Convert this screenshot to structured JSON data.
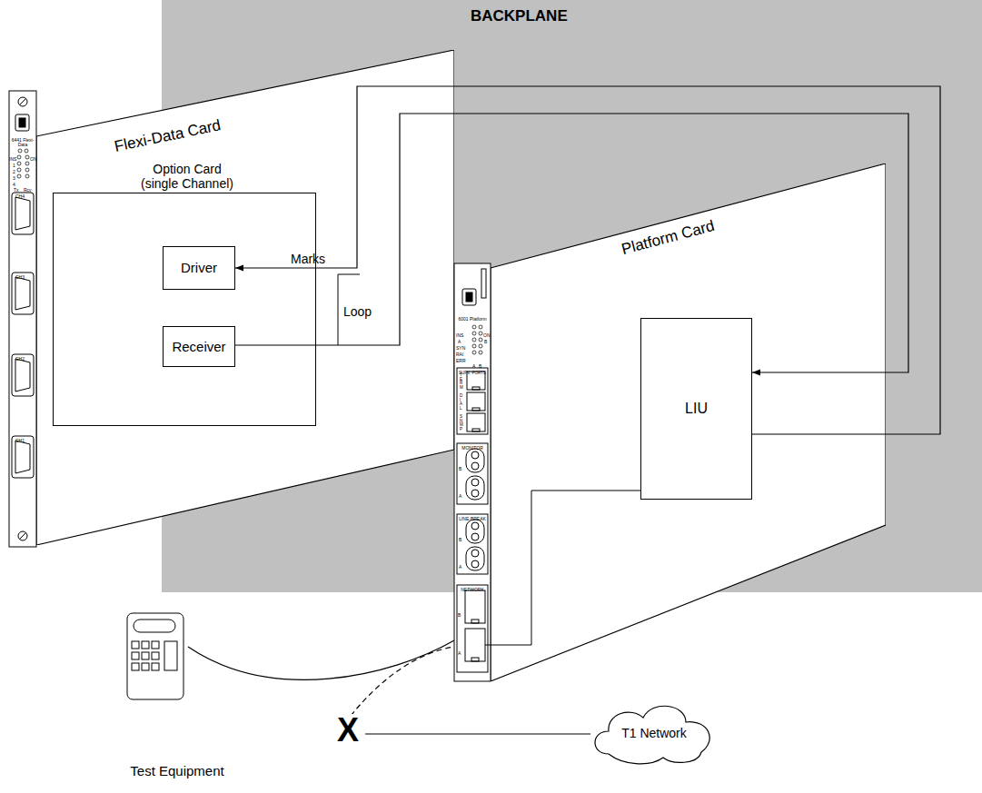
{
  "diagram": {
    "nodes": [
      {
        "text": [
          "BACKPLANE"
        ]
      },
      {
        "text": [
          "Flexi-Data Card"
        ]
      },
      {
        "text": [
          "Option Card (single Channel)"
        ],
        "in": 1
      },
      {
        "text": [
          "Driver"
        ],
        "in": 2
      },
      {
        "text": [
          "Receiver"
        ],
        "in": 2
      },
      {
        "text": [
          "Platform Card"
        ]
      },
      {
        "text": [
          "LIU"
        ],
        "in": 5
      },
      {
        "text": [
          "T1 Network"
        ]
      },
      {
        "text": [
          "Test Equipment"
        ]
      }
    ],
    "edges": [
      {
        "from": 6,
        "to": 3,
        "arrow": "to",
        "label": "Marks"
      },
      {
        "from": 4,
        "to": 6,
        "arrow": "to"
      },
      {
        "from": 8,
        "to": 5,
        "arrow": "none"
      },
      {
        "from": 7,
        "to": 5,
        "arrow": "none",
        "label": "X"
      }
    ],
    "labels": [
      "Loop",
      "6441 Flexi-Data",
      "INS",
      "ON",
      "1",
      "2",
      "3",
      "4",
      "Tx",
      "Rcv",
      "CH4",
      "CH3",
      "CH2",
      "CH1",
      "6001 Platform",
      "INS",
      "ON",
      "A",
      "B",
      "SYN",
      "RAI",
      "ERR",
      "A",
      "B",
      "SUPV. PORTS",
      "TERM",
      "DIAL",
      "SNMP",
      "MONITOR",
      "B",
      "A",
      "LINE-BREAK",
      "B",
      "A",
      "NETWORK",
      "B",
      "A"
    ]
  }
}
